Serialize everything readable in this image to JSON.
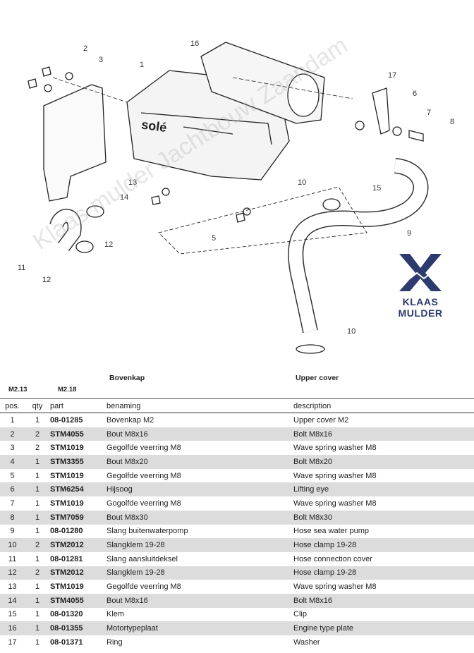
{
  "diagram": {
    "callouts": [
      "2",
      "3",
      "16",
      "1",
      "17",
      "6",
      "7",
      "8",
      "13",
      "14",
      "10",
      "15",
      "9",
      "5",
      "12",
      "11",
      "12",
      "10"
    ],
    "watermark": "Klaas mulder Jachtbouw Zaandam",
    "logo": {
      "text": "KLAAS MULDER",
      "color": "#2c3a6e"
    },
    "engine_lettering": "solé"
  },
  "section": {
    "code_left": "M2.13",
    "code_right": "M2.18",
    "title_nl": "Bovenkap",
    "title_en": "Upper cover"
  },
  "table": {
    "headers": {
      "pos": "pos.",
      "qty": "qty",
      "part": "part",
      "benaming": "benaming",
      "description": "description"
    },
    "rows": [
      {
        "pos": "1",
        "qty": "1",
        "part": "08-01285",
        "benaming": "Bovenkap M2",
        "description": "Upper cover M2"
      },
      {
        "pos": "2",
        "qty": "2",
        "part": "STM4055",
        "benaming": "Bout M8x16",
        "description": "Bolt M8x16"
      },
      {
        "pos": "3",
        "qty": "2",
        "part": "STM1019",
        "benaming": "Gegolfde veerring M8",
        "description": "Wave spring washer M8"
      },
      {
        "pos": "4",
        "qty": "1",
        "part": "STM3355",
        "benaming": "Bout M8x20",
        "description": "Bolt M8x20"
      },
      {
        "pos": "5",
        "qty": "1",
        "part": "STM1019",
        "benaming": "Gegolfde veerring M8",
        "description": "Wave spring washer M8"
      },
      {
        "pos": "6",
        "qty": "1",
        "part": "STM6254",
        "benaming": "Hijsoog",
        "description": "Lifting eye"
      },
      {
        "pos": "7",
        "qty": "1",
        "part": "STM1019",
        "benaming": "Gogolfde veerring M8",
        "description": "Wave spring washer M8"
      },
      {
        "pos": "8",
        "qty": "1",
        "part": "STM7059",
        "benaming": "Bout M8x30",
        "description": "Bolt M8x30"
      },
      {
        "pos": "9",
        "qty": "1",
        "part": "08-01280",
        "benaming": "Slang buitenwaterpomp",
        "description": "Hose sea water pump"
      },
      {
        "pos": "10",
        "qty": "2",
        "part": "STM2012",
        "benaming": "Slangklem 19-28",
        "description": "Hose clamp 19-28"
      },
      {
        "pos": "11",
        "qty": "1",
        "part": "08-01281",
        "benaming": "Slang aansluitdeksel",
        "description": "Hose connection cover"
      },
      {
        "pos": "12",
        "qty": "2",
        "part": "STM2012",
        "benaming": "Slangklem 19-28",
        "description": "Hose clamp 19-28"
      },
      {
        "pos": "13",
        "qty": "1",
        "part": "STM1019",
        "benaming": "Gegolfde veerring M8",
        "description": "Wave spring washer M8"
      },
      {
        "pos": "14",
        "qty": "1",
        "part": "STM4055",
        "benaming": "Bout M8x16",
        "description": "Bolt M8x16"
      },
      {
        "pos": "15",
        "qty": "1",
        "part": "08-01320",
        "benaming": "Klem",
        "description": "Clip"
      },
      {
        "pos": "16",
        "qty": "1",
        "part": "08-01355",
        "benaming": "Motortypeplaat",
        "description": "Engine type plate"
      },
      {
        "pos": "17",
        "qty": "1",
        "part": "08-01371",
        "benaming": "Ring",
        "description": "Washer"
      }
    ]
  }
}
